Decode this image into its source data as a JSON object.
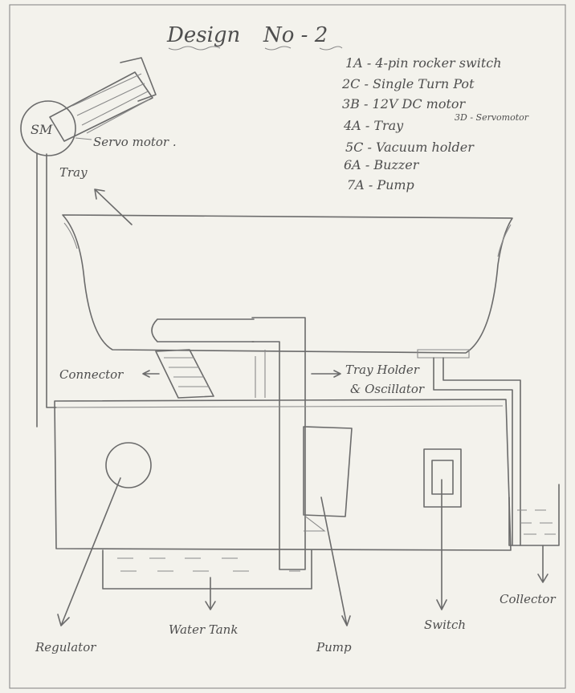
{
  "title": {
    "design": "Design",
    "number": "No - 2"
  },
  "legend": [
    "1A - 4-pin rocker switch",
    "2C - Single Turn Pot",
    "3B - 12V DC motor",
    "4A - Tray",
    "5C - Vacuum holder",
    "6A - Buzzer",
    "7A - Pump"
  ],
  "legend_note": "3D - Servomotor",
  "labels": {
    "sm": "SM",
    "servo": "Servo motor .",
    "tray": "Tray",
    "connector": "Connector",
    "tray_holder_1": "Tray Holder",
    "tray_holder_2": "& Oscillator",
    "regulator": "Regulator",
    "water_tank": "Water Tank",
    "pump": "Pump",
    "switch": "Switch",
    "collector": "Collector"
  }
}
